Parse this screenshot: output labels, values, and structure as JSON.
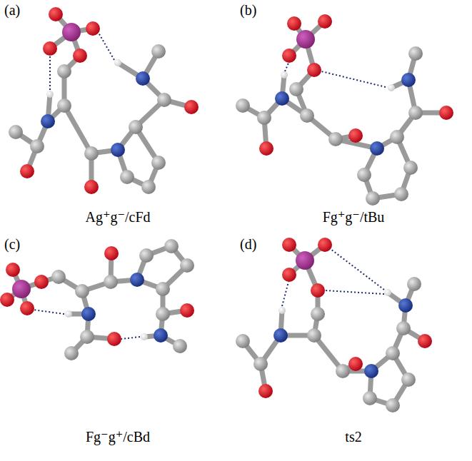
{
  "diagram": {
    "labels": [
      "(a)",
      "(b)",
      "(c)",
      "(d)",
      "Ag⁺g⁻/cFd",
      "Fg⁺g⁻/tBu",
      "Fg⁻g⁺/cBd",
      "ts2"
    ]
  }
}
